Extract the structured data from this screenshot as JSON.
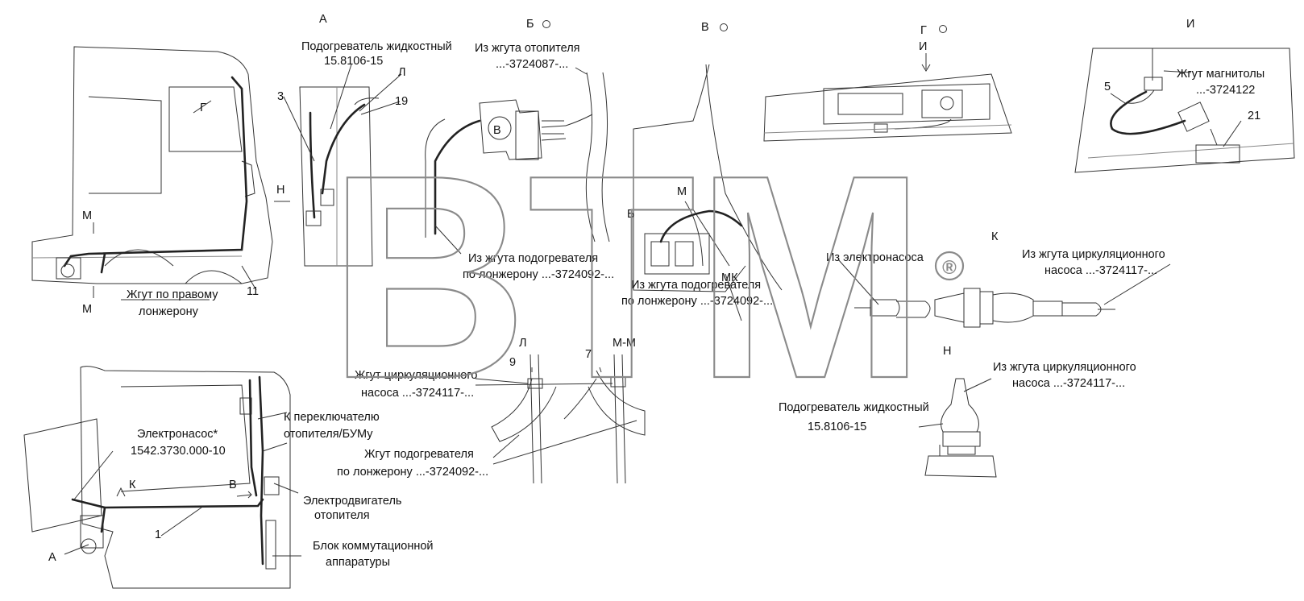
{
  "views": {
    "A": "А",
    "B": "Б",
    "V": "В",
    "G": "Г",
    "I": "И",
    "K": "К",
    "L": "Л",
    "MM": "М-М",
    "N": "Н"
  },
  "markers": {
    "M": "М",
    "N": "Н",
    "L": "Л",
    "G": "Г",
    "I": "И",
    "B": "Б",
    "MK": "МК",
    "K": "К",
    "V": "В",
    "A": "А"
  },
  "positions": {
    "p1": "1",
    "p3": "3",
    "p5": "5",
    "p7": "7",
    "p9": "9",
    "p11": "11",
    "p19": "19",
    "p21": "21"
  },
  "connector_letter": "B",
  "labels": {
    "heater_a_1": "Подогреватель жидкостный",
    "heater_a_2": "15.8106-15",
    "from_heater_harness_1": "Из жгута отопителя",
    "from_heater_harness_2": "...-3724087-...",
    "right_spar_harness_1": "Жгут по правому",
    "right_spar_harness_2": "лонжерону",
    "from_preheater_spar_1": "Из жгута подогревателя",
    "from_preheater_spar_2": "по лонжерону ...-3724092-...",
    "from_preheater_spar_v_1": "Из жгута подогревателя",
    "from_preheater_spar_v_2": "по лонжерону ...-3724092-...",
    "radio_harness_1": "Жгут магнитолы",
    "radio_harness_2": "...-3724122",
    "from_pump_k": "Из электронасоса",
    "from_circ_pump_k_1": "Из жгута циркуляционного",
    "from_circ_pump_k_2": "насоса ...-3724117-...",
    "circ_pump_harness_1": "Жгут циркуляционного",
    "circ_pump_harness_2": "насоса ...-3724117-...",
    "preheater_harness_1": "Жгут подогревателя",
    "preheater_harness_2": "по лонжерону ...-3724092-...",
    "from_circ_pump_n_1": "Из жгута циркуляционного",
    "from_circ_pump_n_2": "насоса ...-3724117-...",
    "heater_n_1": "Подогреватель жидкостный",
    "heater_n_2": "15.8106-15",
    "electro_pump_1": "Электронасос*",
    "electro_pump_2": "1542.3730.000-10",
    "to_switch_1": "К переключателю",
    "to_switch_2": "отопителя/БУМу",
    "motor_1": "Электродвигатель",
    "motor_2": "отопителя",
    "switch_block_1": "Блок коммутационной",
    "switch_block_2": "аппаратуры"
  },
  "watermark": {
    "text": "BTM",
    "mark": "®"
  }
}
